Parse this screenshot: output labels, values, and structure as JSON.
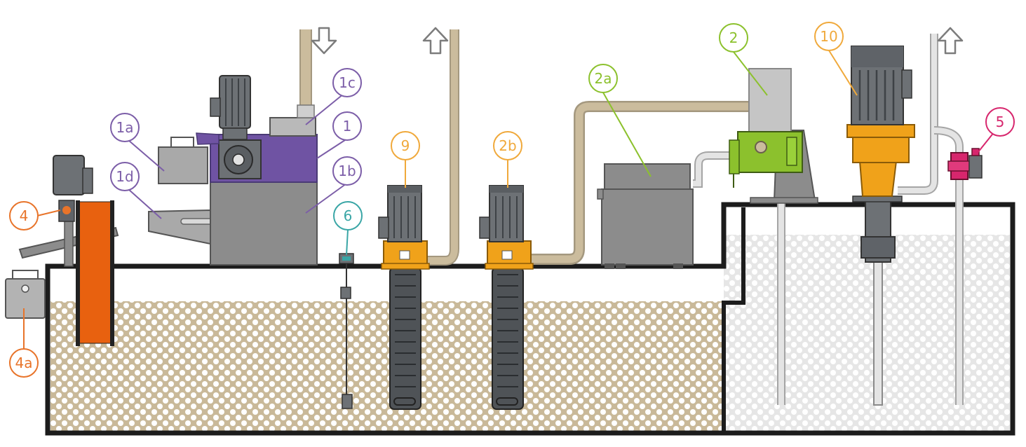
{
  "callouts": {
    "c1": "1",
    "c1a": "1a",
    "c1b": "1b",
    "c1c": "1c",
    "c1d": "1d",
    "c2": "2",
    "c2a": "2a",
    "c2b": "2b",
    "c4": "4",
    "c4a": "4a",
    "c5": "5",
    "c6": "6",
    "c9": "9",
    "c10": "10"
  },
  "colors": {
    "purple": "#7c5ea8",
    "green": "#8cbf35",
    "orange": "#e8742a",
    "amber": "#f0a93b",
    "teal": "#3aa6a6",
    "magenta": "#d7266d",
    "tank_outline": "#1c1c1c",
    "dirty_fluid": "#c9b999",
    "clean_fluid": "#e8e8e8",
    "machine_grey": "#8c8c8c",
    "motor_grey": "#6d7175",
    "pipe_beige": "#cbbc9d"
  },
  "icons": [
    "arrow-down-icon",
    "arrow-up-icon"
  ]
}
